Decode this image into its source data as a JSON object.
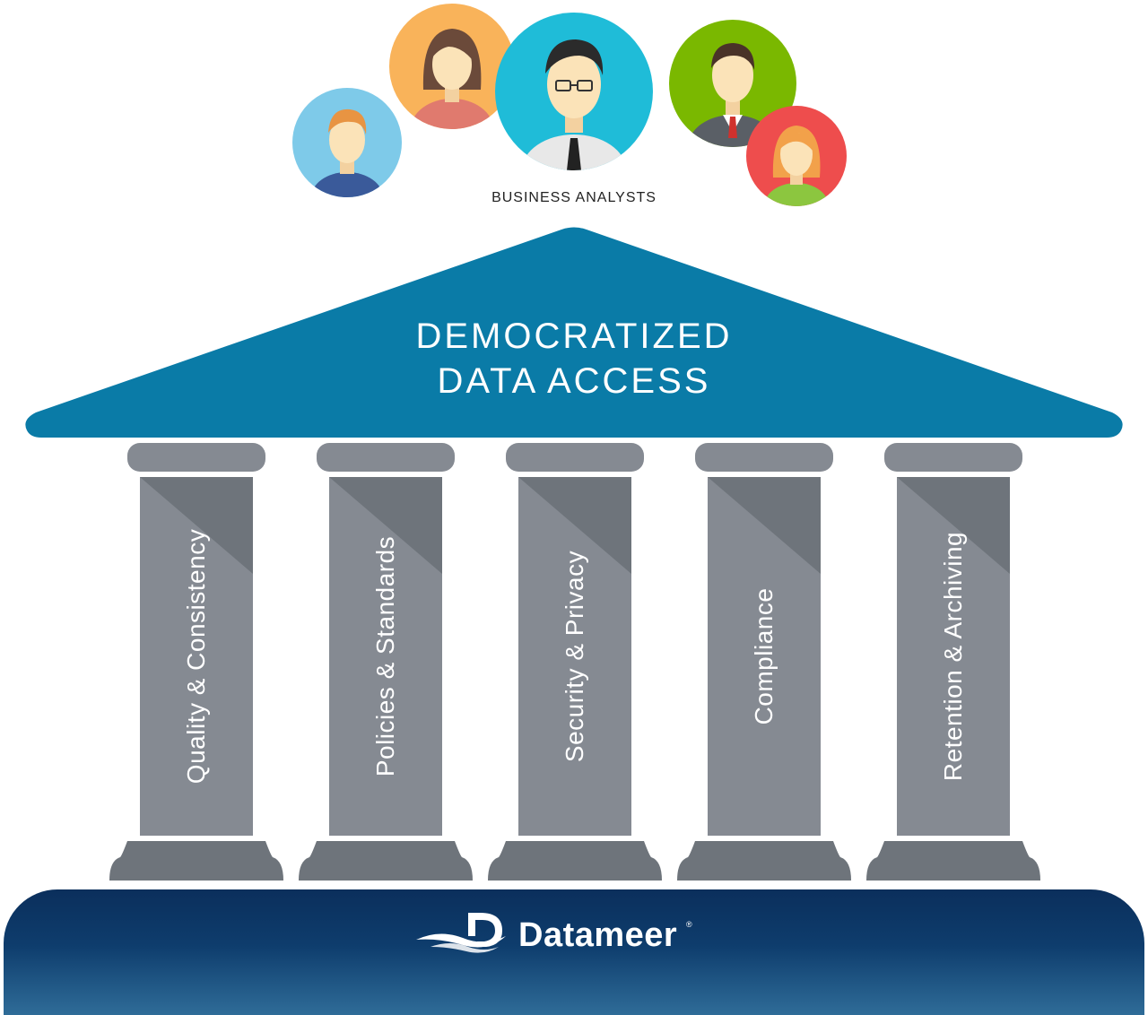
{
  "caption": "BUSINESS ANALYSTS",
  "roof": {
    "line1": "DEMOCRATIZED",
    "line2": "DATA ACCESS",
    "color": "#0a7ba7"
  },
  "pillars": [
    {
      "label": "Quality & Consistency"
    },
    {
      "label": "Policies & Standards"
    },
    {
      "label": "Security & Privacy"
    },
    {
      "label": "Compliance"
    },
    {
      "label": "Retention & Archiving"
    }
  ],
  "avatars": [
    {
      "name": "analyst-boy",
      "bg": "#7ecae9",
      "shirt": "#3a5a9a",
      "hair": "#e89442"
    },
    {
      "name": "analyst-woman-brown",
      "bg": "#f9b35a",
      "shirt": "#e07a6e",
      "hair": "#6b4a3a"
    },
    {
      "name": "analyst-man-glasses",
      "bg": "#1fbcd8",
      "shirt": "#e8e8e8",
      "hair": "#2b2b2b"
    },
    {
      "name": "analyst-man-suit",
      "bg": "#7ab800",
      "shirt": "#5a5f66",
      "hair": "#4a3328"
    },
    {
      "name": "analyst-woman-red",
      "bg": "#ee4d4d",
      "shirt": "#8cc63f",
      "hair": "#f2a14a"
    }
  ],
  "brand": {
    "name": "Datameer",
    "registered": "®",
    "logo_icon": "datameer-wave-logo"
  },
  "colors": {
    "pillar": "#858a92",
    "pillar_shade": "#6e747b",
    "foundation": "#0e3d6d"
  }
}
